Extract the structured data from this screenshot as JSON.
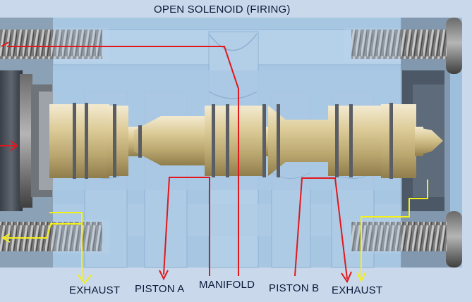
{
  "title": "OPEN SOLENOID (FIRING)",
  "labels": {
    "exhaust_left": "EXHAUST",
    "piston_a": "PISTON A",
    "manifold": "MANIFOLD",
    "piston_b": "PISTON B",
    "exhaust_right": "EXHAUST"
  },
  "colors": {
    "background": "#c9d8ea",
    "body": "#9fc0dc",
    "brass": "#d8c89a",
    "pressure_flow": "#e3171b",
    "exhaust_flow": "#f4f01a",
    "text": "#0c1a3a"
  }
}
